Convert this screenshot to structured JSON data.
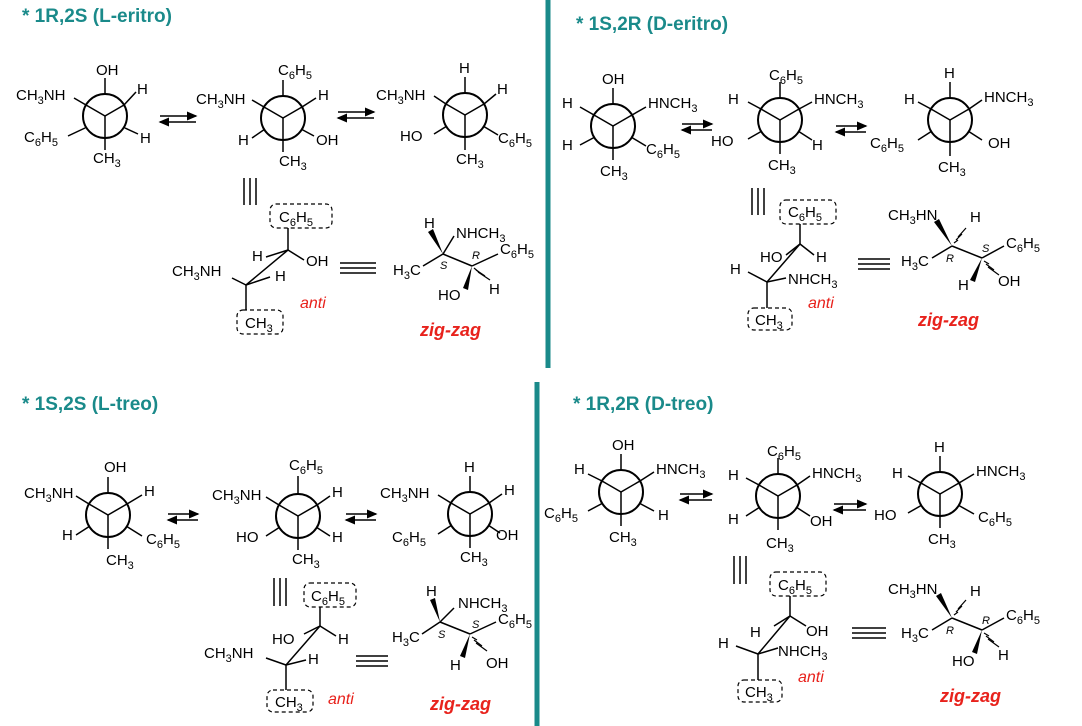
{
  "colors": {
    "title": "#1a8a8a",
    "accent": "#e8221c",
    "separator": "#1a8a8a"
  },
  "panels": [
    {
      "title": "* 1R,2S (L-eritro)",
      "anti": "anti",
      "zigzag": "zig-zag"
    },
    {
      "title": "* 1S,2R (D-eritro)",
      "anti": "anti",
      "zigzag": "zig-zag"
    },
    {
      "title": "* 1S,2S (L-treo)",
      "anti": "anti",
      "zigzag": "zig-zag"
    },
    {
      "title": "* 1R,2R (D-treo)",
      "anti": "anti",
      "zigzag": "zig-zag"
    }
  ],
  "symbols": {
    "equilibrium": "⇌",
    "identity": "≡",
    "triple_vertical": "|||"
  }
}
